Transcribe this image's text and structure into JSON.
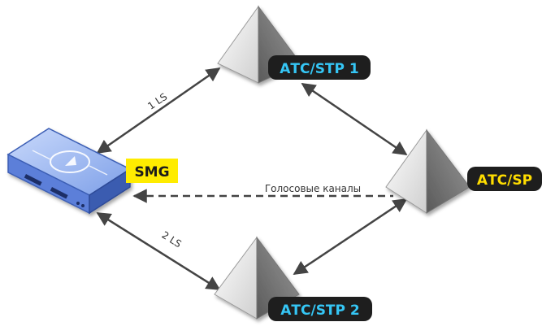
{
  "nodes": {
    "smg": {
      "label": "SMG",
      "label_color": "#1b1b1b",
      "label_bg": "#ffec00"
    },
    "stp1": {
      "label": "АТС/STP 1",
      "label_color": "#35c6f5",
      "label_bg": "#1e1e1e"
    },
    "stp2": {
      "label": "АТС/STP 2",
      "label_color": "#35c6f5",
      "label_bg": "#1e1e1e"
    },
    "sp": {
      "label": "АТС/SP",
      "label_color": "#ffdd00",
      "label_bg": "#1e1e1e"
    }
  },
  "links": {
    "ls1": "1 LS",
    "ls2": "2 LS",
    "voice": "Голосовые каналы"
  },
  "colors": {
    "device_body": "#5b7fd9",
    "device_top": "#a9c2f5",
    "line": "#444444"
  }
}
